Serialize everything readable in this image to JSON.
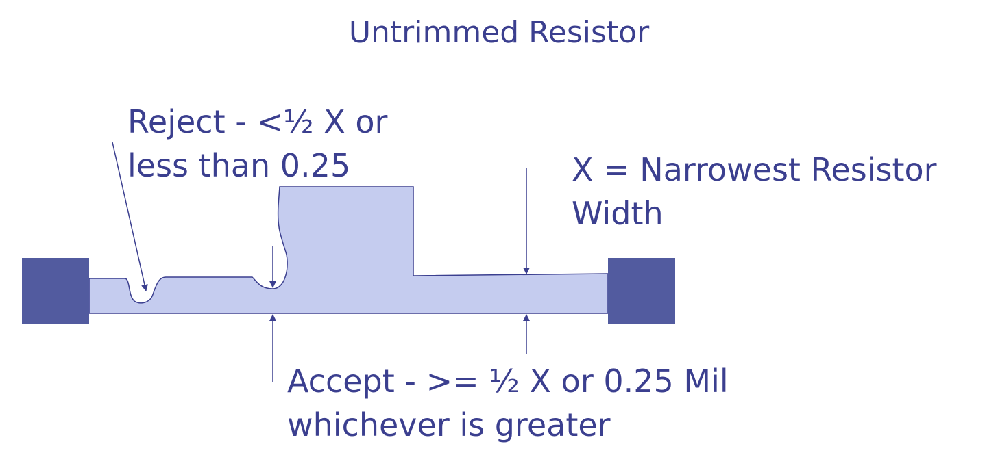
{
  "title": "Untrimmed Resistor",
  "labels": {
    "reject_line1": "Reject - <½ X or",
    "reject_line2": "less than 0.25",
    "x_def_line1": "X = Narrowest Resistor",
    "x_def_line2": "Width",
    "accept_line1": "Accept - >= ½ X or 0.25 Mil",
    "accept_line2": "whichever is greater"
  },
  "colors": {
    "text": "#3b3f8f",
    "resistor_fill": "#c5ccef",
    "resistor_stroke": "#3b3f8f",
    "terminal_fill": "#525b9f",
    "arrow": "#3b3f8f"
  }
}
